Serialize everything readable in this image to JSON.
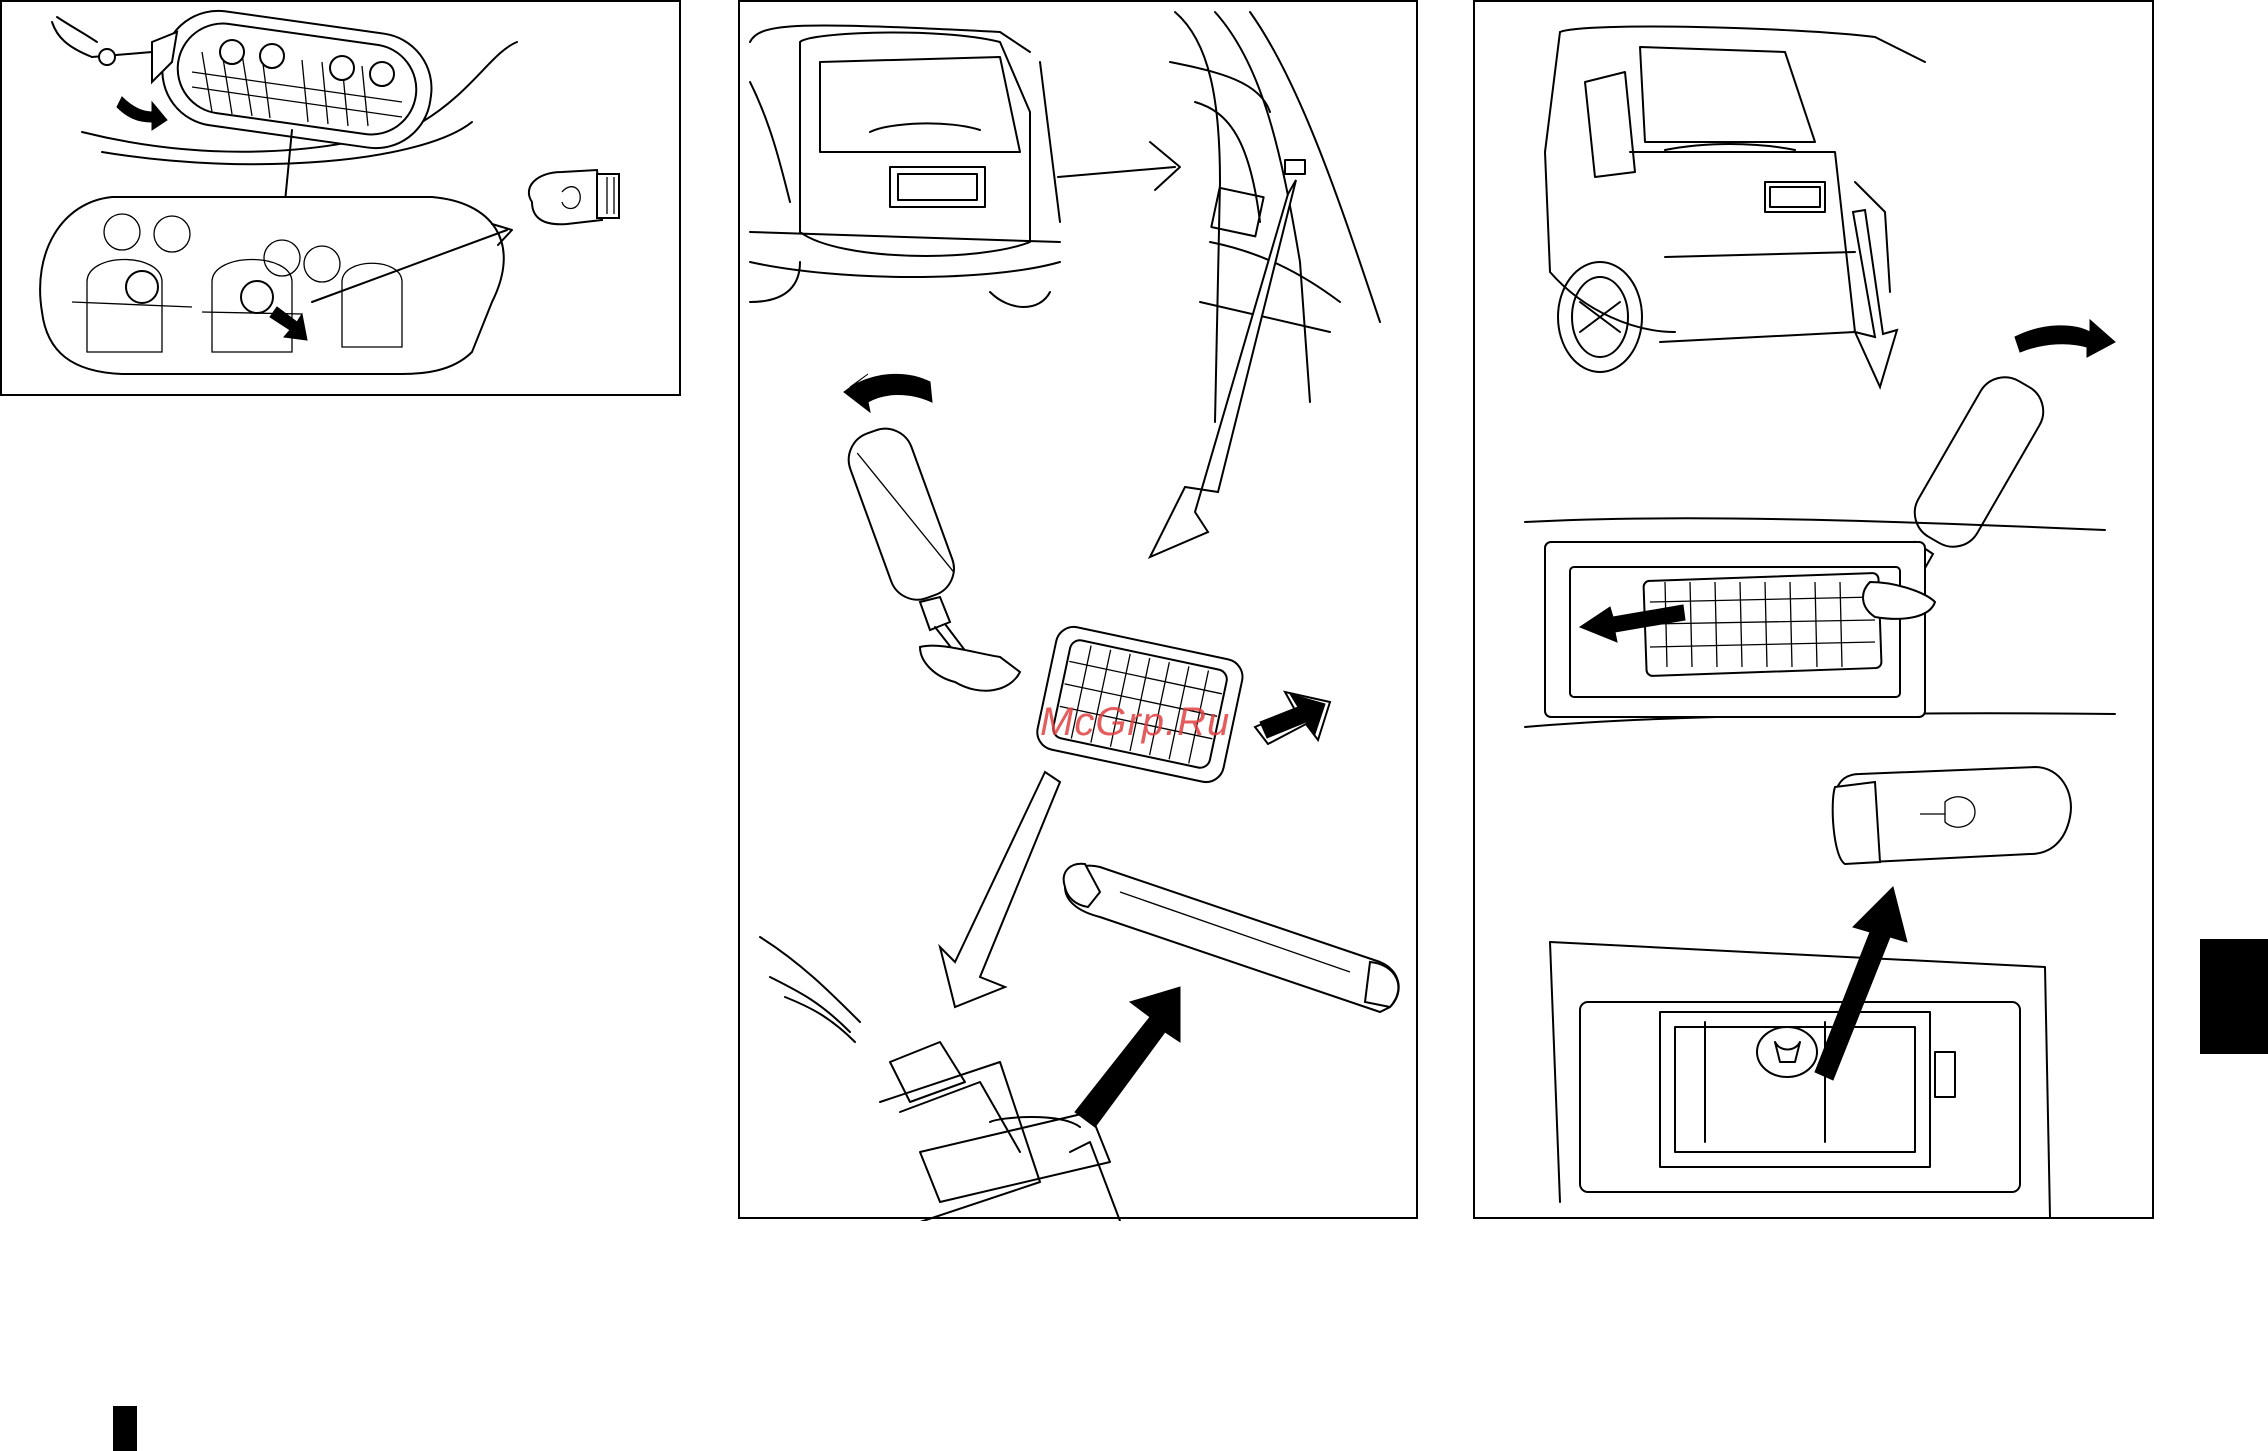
{
  "watermark": {
    "text": "McGrp.Ru",
    "color": "#e04040"
  },
  "panels": [
    {
      "name": "map-lamp-bulb-replacement",
      "icons": [
        "flat-blade-screwdriver-icon",
        "lamp-lens-icon",
        "wedge-bulb-icon",
        "removal-arrow-icon"
      ]
    },
    {
      "name": "luggage-room-lamp-bulb-replacement",
      "icons": [
        "vehicle-rear-icon",
        "flat-blade-screwdriver-icon",
        "lamp-lens-icon",
        "festoon-bulb-icon",
        "removal-arrow-icon"
      ]
    },
    {
      "name": "license-plate-lamp-bulb-replacement",
      "icons": [
        "vehicle-rear-icon",
        "flat-blade-screwdriver-icon",
        "lamp-lens-icon",
        "wedge-bulb-icon",
        "removal-arrow-icon"
      ]
    }
  ],
  "colors": {
    "line": "#000000",
    "background": "#ffffff"
  }
}
